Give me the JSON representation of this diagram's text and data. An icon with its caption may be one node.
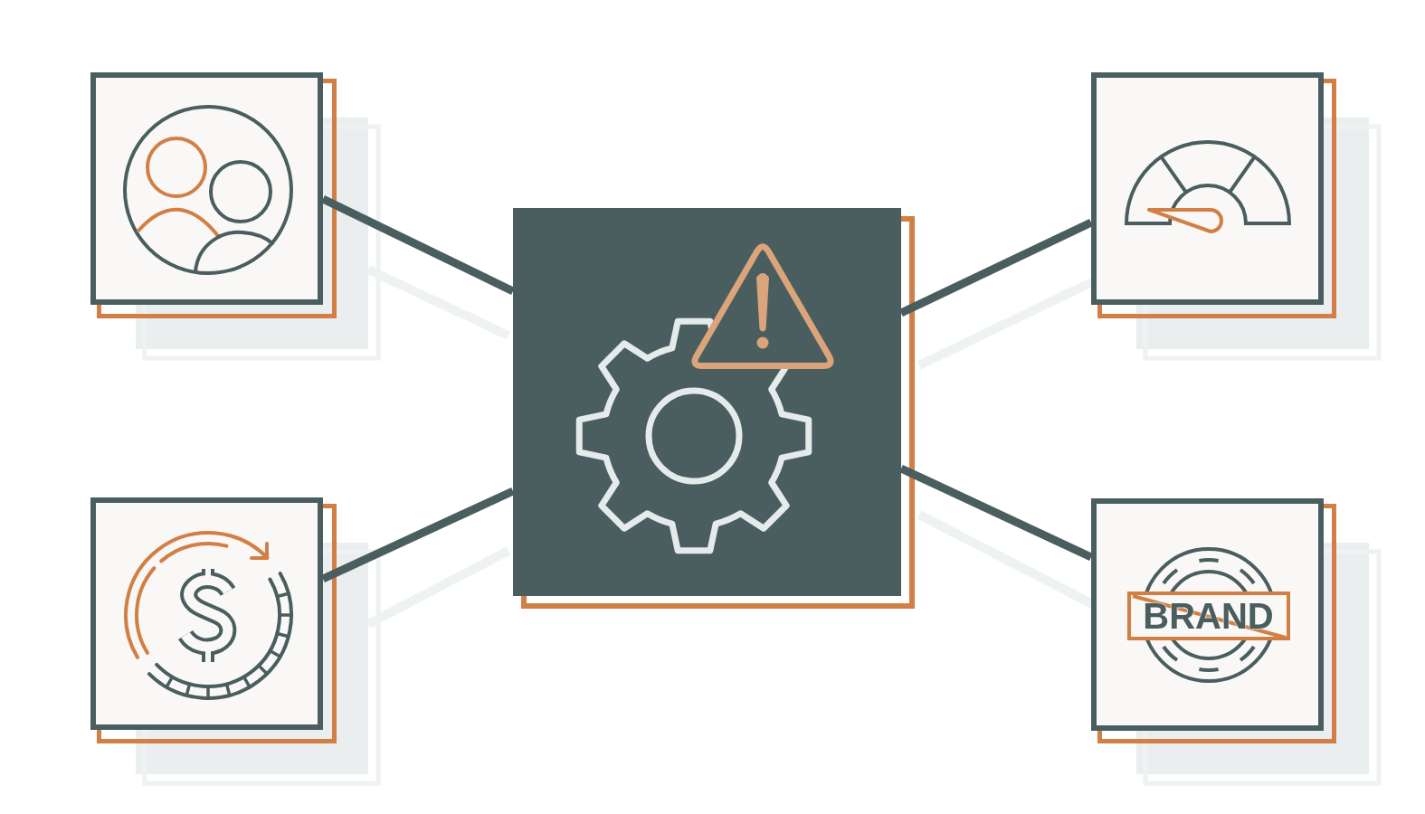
{
  "diagram": {
    "nodes": [
      {
        "text": [],
        "shape": "picture"
      },
      {
        "text": [],
        "shape": "picture"
      },
      {
        "text": [],
        "shape": "picture"
      },
      {
        "text": [],
        "shape": "picture"
      },
      {
        "text": [
          "BRAND"
        ]
      }
    ],
    "edges": [
      {
        "from": 2,
        "to": 0,
        "arrow": "none"
      },
      {
        "from": 2,
        "to": 1,
        "arrow": "none"
      },
      {
        "from": 2,
        "to": 3,
        "arrow": "none"
      },
      {
        "from": 2,
        "to": 4,
        "arrow": "none"
      }
    ]
  }
}
